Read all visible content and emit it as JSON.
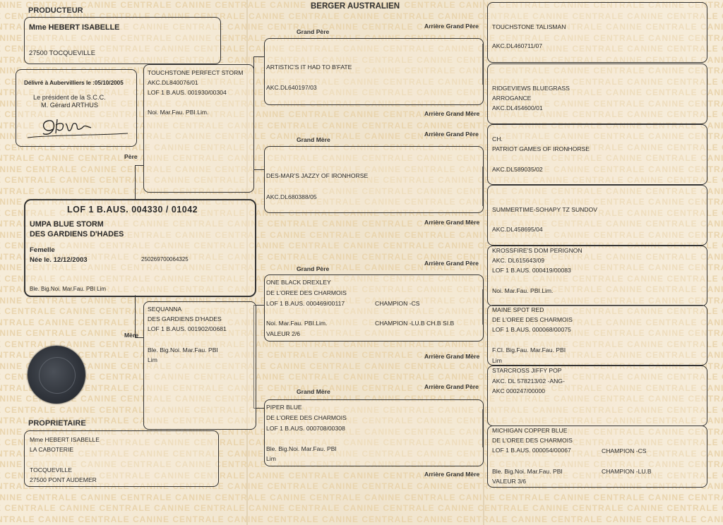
{
  "document": {
    "breed_title": "BERGER AUSTRALIEN",
    "watermark_text": "CANINE CENTRALE"
  },
  "producer": {
    "heading": "PRODUCTEUR",
    "name": "Mme HEBERT ISABELLE",
    "address": "27500 TOCQUEVILLE"
  },
  "certificate": {
    "issued": "Délivré à Aubervilliers le :05/10/2005",
    "president_line1": "Le président de la S.C.C.",
    "president_line2": "M. Gérard ARTHUS"
  },
  "dog": {
    "registration": "LOF 1 B.AUS. 004330 / 01042",
    "name_line1": "UMPA BLUE STORM",
    "name_line2": "DES GARDIENS D'HADES",
    "sex": "Femelle",
    "birth": "Née le. 12/12/2003",
    "chip": "250269700064325",
    "color": "Ble. Big.Noi. Mar.Fau. PBI   Lim"
  },
  "owner": {
    "heading": "PROPRIETAIRE",
    "line1": "Mme HEBERT ISABELLE",
    "line2": "LA CABOTERIE",
    "line3": "TOCQUEVILLE",
    "line4": "27500 PONT AUDEMER"
  },
  "labels": {
    "father": "Père",
    "mother": "Mère",
    "grandfather": "Grand Père",
    "grandmother": "Grand Mère",
    "ggf": "Arrière Grand Père",
    "ggm": "Arrière Grand Mère"
  },
  "sire": {
    "name": "TOUCHSTONE PERFECT STORM",
    "reg1": "AKC.DL840076/01",
    "reg2": "LOF 1 B.AUS.  001930/00304",
    "color": "Noi. Mar.Fau. PBI.Lim."
  },
  "dam": {
    "name1": "SEQUANNA",
    "name2": "DES GARDIENS D'HADES",
    "reg": "LOF 1 B.AUS.  001902/00681",
    "color1": "Ble. Big.Noi. Mar.Fau. PBI",
    "color2": "Lim"
  },
  "sire_sire": {
    "name": "ARTISTIC'S IT HAD TO B'FATE",
    "reg": "AKC.DL640197/03"
  },
  "sire_dam": {
    "name": "DES-MAR'S JAZZY OF IRONHORSE",
    "reg": "AKC.DL680388/05"
  },
  "dam_sire": {
    "name1": "ONE BLACK DREXLEY",
    "name2": "DE L'OREE DES CHARMOIS",
    "reg": "LOF 1 B.AUS.  000469/00117",
    "title1": "CHAMPION -CS",
    "color": "Noi. Mar.Fau. PBI.Lim.",
    "title2": "CHAMPION -LU.B CH.B SI.B",
    "value": "VALEUR 2/6"
  },
  "dam_dam": {
    "name1": "PIPER BLUE",
    "name2": "DE L'OREE DES CHARMOIS",
    "reg": "LOF 1 B.AUS.  000708/00308",
    "color1": "Ble. Big.Noi. Mar.Fau. PBI",
    "color2": "Lim"
  },
  "ggen": [
    {
      "l1": "TOUCHSTONE TALISMAN",
      "l2": "AKC.DL460711/07"
    },
    {
      "l1": "RIDGEVIEWS BLUEGRASS",
      "l2": "ARROGANCE",
      "l3": "AKC.DL454600/01"
    },
    {
      "l1": "CH.",
      "l2": "PATRIOT GAMES OF IRONHORSE",
      "l3": "AKC.DL589035/02"
    },
    {
      "l1": "SUMMERTIME-SOHAPY TZ SUNDOV",
      "l2": "AKC.DL458695/04"
    },
    {
      "l1": "KROSSFIRE'S DOM PERIGNON",
      "l2": "AKC. DL615643/09",
      "l3": "LOF 1 B.AUS.  000419/00083",
      "l4": "Noi. Mar.Fau. PBI.Lim."
    },
    {
      "l1": "MAINE SPOT RED",
      "l2": "DE L'OREE DES CHARMOIS",
      "l3": "LOF 1 B.AUS.  000068/00075",
      "l4": "F.Cl. Big.Fau. Mar.Fau. PBI",
      "l5": "Lim"
    },
    {
      "l1": "STARCROSS JIFFY POP",
      "l2": "AKC. DL 578213/02 -ANG-",
      "l3": "AKC          000247/00000"
    },
    {
      "l1": "MICHIGAN COPPER BLUE",
      "l2": "DE L'OREE DES CHARMOIS",
      "l3": "LOF 1 B.AUS.  000054/00067",
      "t1": "CHAMPION -CS",
      "l4": "Ble. Big.Noi. Mar.Fau. PBI",
      "t2": "CHAMPION -LU.B",
      "l5": "VALEUR 3/6"
    }
  ]
}
